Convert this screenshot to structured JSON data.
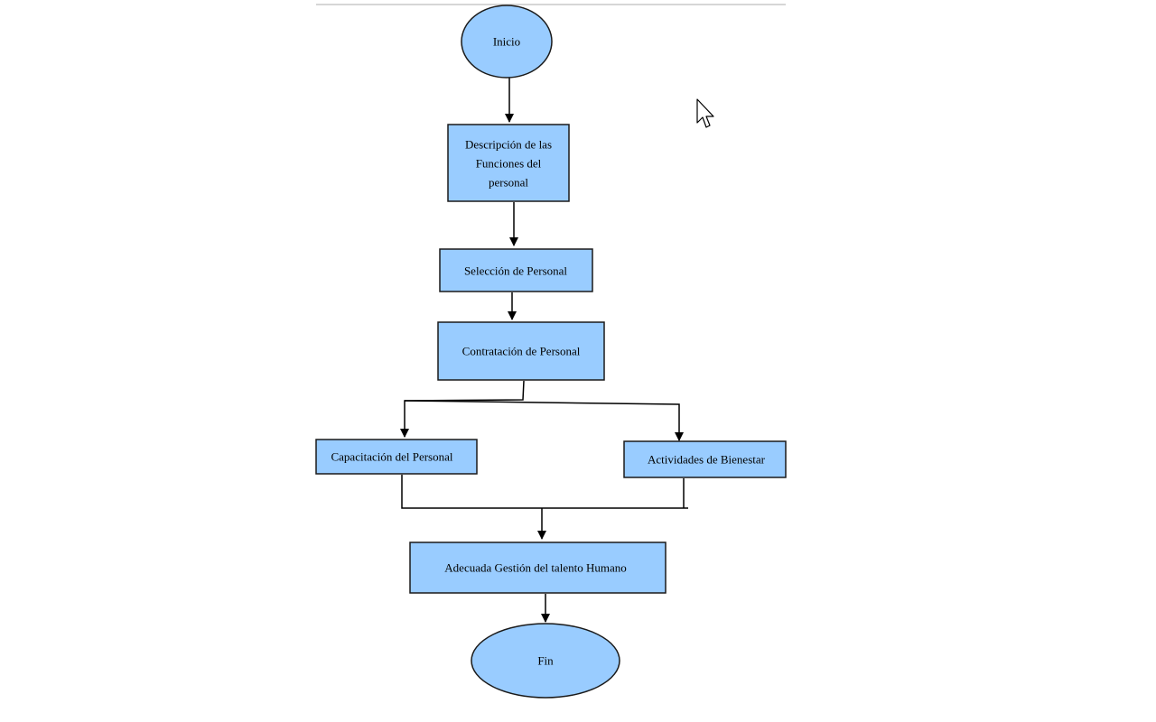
{
  "diagram": {
    "colors": {
      "node_fill": "#99CCFF",
      "node_stroke": "#1a1a1a",
      "connector": "#000000",
      "top_rule": "#c8c8c8"
    },
    "nodes": {
      "inicio": {
        "label": [
          "Inicio"
        ]
      },
      "descripcion": {
        "label": [
          "Descripción de las",
          "Funciones del",
          "personal"
        ]
      },
      "seleccion": {
        "label": [
          "Selección de Personal"
        ]
      },
      "contratacion": {
        "label": [
          "Contratación de Personal"
        ]
      },
      "capacitacion": {
        "label": [
          "Capacitación del Personal"
        ]
      },
      "bienestar": {
        "label": [
          "Actividades de Bienestar"
        ]
      },
      "gestion": {
        "label": [
          "Adecuada Gestión del talento Humano"
        ]
      },
      "fin": {
        "label": [
          "Fin"
        ]
      }
    }
  },
  "cursor": {
    "icon": "mouse-pointer-icon"
  }
}
